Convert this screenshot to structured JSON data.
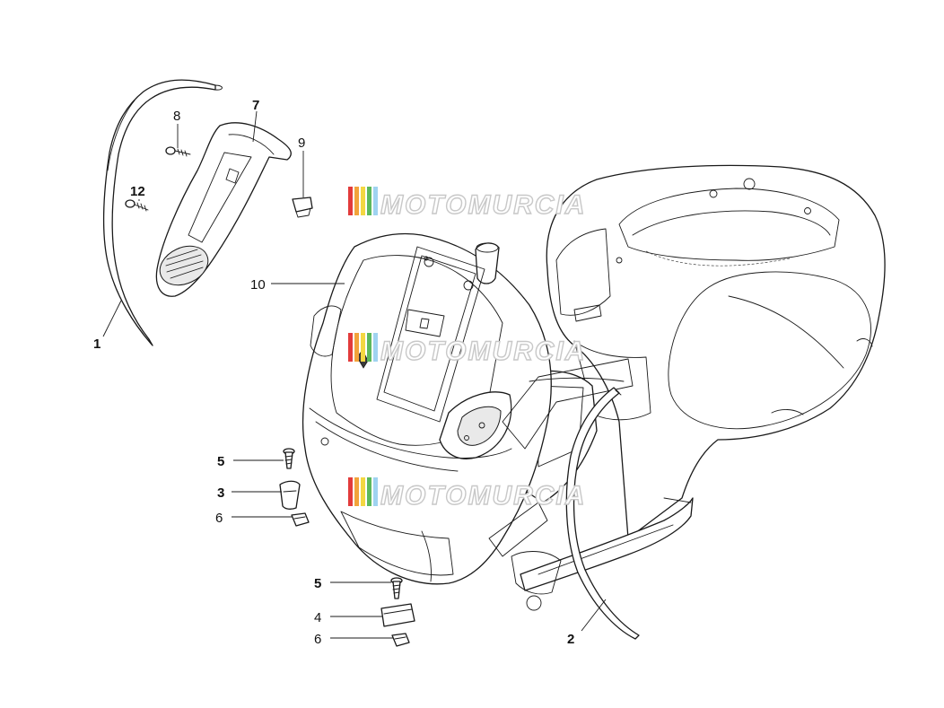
{
  "watermark": {
    "text": "MOTOMURCIA",
    "stripe_colors": [
      "#e23b3b",
      "#f2a33a",
      "#f4d742",
      "#5cb85c",
      "#9fd3f0"
    ]
  },
  "callouts": [
    {
      "id": "c1",
      "label": "1",
      "bold": true
    },
    {
      "id": "c2",
      "label": "2",
      "bold": true
    },
    {
      "id": "c3",
      "label": "3",
      "bold": true
    },
    {
      "id": "c4",
      "label": "4",
      "bold": false
    },
    {
      "id": "c5a",
      "label": "5",
      "bold": true
    },
    {
      "id": "c5b",
      "label": "5",
      "bold": true
    },
    {
      "id": "c6a",
      "label": "6",
      "bold": false
    },
    {
      "id": "c6b",
      "label": "6",
      "bold": false
    },
    {
      "id": "c7",
      "label": "7",
      "bold": true
    },
    {
      "id": "c8",
      "label": "8",
      "bold": false
    },
    {
      "id": "c9",
      "label": "9",
      "bold": false
    },
    {
      "id": "c10",
      "label": "10",
      "bold": false
    },
    {
      "id": "c12",
      "label": "12",
      "bold": true
    }
  ]
}
